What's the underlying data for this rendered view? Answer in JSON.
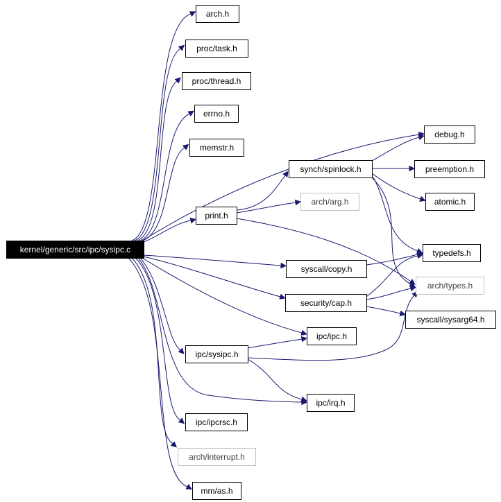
{
  "diagram": {
    "nodes": [
      {
        "id": "root",
        "label": "kernel/generic/src/ipc/sysipc.c",
        "style": "root"
      },
      {
        "id": "arch_h",
        "label": "arch.h",
        "style": "normal"
      },
      {
        "id": "proc_task",
        "label": "proc/task.h",
        "style": "normal"
      },
      {
        "id": "proc_thread",
        "label": "proc/thread.h",
        "style": "normal"
      },
      {
        "id": "errno",
        "label": "errno.h",
        "style": "normal"
      },
      {
        "id": "memstr",
        "label": "memstr.h",
        "style": "normal"
      },
      {
        "id": "debug",
        "label": "debug.h",
        "style": "normal"
      },
      {
        "id": "spinlock",
        "label": "synch/spinlock.h",
        "style": "normal"
      },
      {
        "id": "preemption",
        "label": "preemption.h",
        "style": "normal"
      },
      {
        "id": "arch_arg",
        "label": "arch/arg.h",
        "style": "missing"
      },
      {
        "id": "atomic",
        "label": "atomic.h",
        "style": "normal"
      },
      {
        "id": "print",
        "label": "print.h",
        "style": "normal"
      },
      {
        "id": "typedefs",
        "label": "typedefs.h",
        "style": "normal"
      },
      {
        "id": "syscall_copy",
        "label": "syscall/copy.h",
        "style": "normal"
      },
      {
        "id": "arch_types",
        "label": "arch/types.h",
        "style": "missing"
      },
      {
        "id": "security_cap",
        "label": "security/cap.h",
        "style": "normal"
      },
      {
        "id": "sysarg64",
        "label": "syscall/sysarg64.h",
        "style": "normal"
      },
      {
        "id": "ipc_ipc",
        "label": "ipc/ipc.h",
        "style": "normal"
      },
      {
        "id": "ipc_sysipc",
        "label": "ipc/sysipc.h",
        "style": "normal"
      },
      {
        "id": "ipc_irq",
        "label": "ipc/irq.h",
        "style": "normal"
      },
      {
        "id": "ipc_ipcrsc",
        "label": "ipc/ipcrsc.h",
        "style": "normal"
      },
      {
        "id": "arch_interrupt",
        "label": "arch/interrupt.h",
        "style": "missing"
      },
      {
        "id": "mm_as",
        "label": "mm/as.h",
        "style": "normal"
      }
    ],
    "edges": [
      [
        "root",
        "arch_h"
      ],
      [
        "root",
        "proc_task"
      ],
      [
        "root",
        "proc_thread"
      ],
      [
        "root",
        "errno"
      ],
      [
        "root",
        "memstr"
      ],
      [
        "root",
        "debug"
      ],
      [
        "root",
        "print"
      ],
      [
        "root",
        "syscall_copy"
      ],
      [
        "root",
        "security_cap"
      ],
      [
        "root",
        "ipc_ipc"
      ],
      [
        "root",
        "ipc_sysipc"
      ],
      [
        "root",
        "ipc_irq"
      ],
      [
        "root",
        "ipc_ipcrsc"
      ],
      [
        "root",
        "arch_interrupt"
      ],
      [
        "root",
        "mm_as"
      ],
      [
        "spinlock",
        "debug"
      ],
      [
        "spinlock",
        "preemption"
      ],
      [
        "spinlock",
        "atomic"
      ],
      [
        "spinlock",
        "typedefs"
      ],
      [
        "spinlock",
        "arch_types"
      ],
      [
        "print",
        "spinlock"
      ],
      [
        "print",
        "arch_arg"
      ],
      [
        "print",
        "arch_types"
      ],
      [
        "syscall_copy",
        "typedefs"
      ],
      [
        "security_cap",
        "typedefs"
      ],
      [
        "security_cap",
        "arch_types"
      ],
      [
        "security_cap",
        "sysarg64"
      ],
      [
        "ipc_sysipc",
        "ipc_ipc"
      ],
      [
        "ipc_sysipc",
        "ipc_irq"
      ],
      [
        "ipc_sysipc",
        "arch_types"
      ]
    ],
    "colors": {
      "edge": "#191970",
      "node_border": "#000000",
      "missing_border": "#bfbfbf",
      "root_fill": "#000000",
      "root_text": "#ffffff"
    }
  }
}
